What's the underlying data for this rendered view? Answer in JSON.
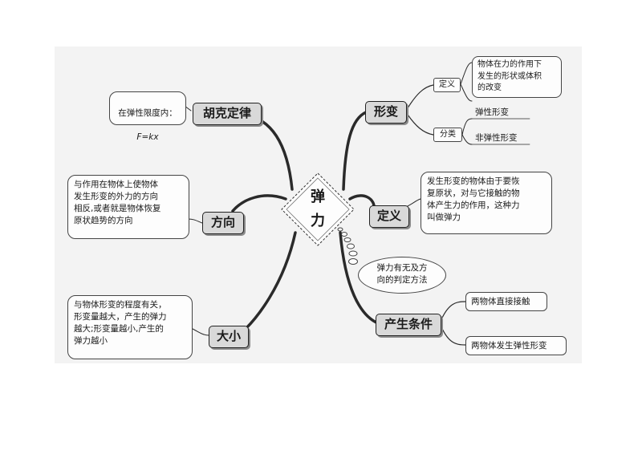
{
  "center": {
    "title": "弹力"
  },
  "branches": {
    "hooke": {
      "label": "胡克定律",
      "note_line1": "在弹性限度内：",
      "note_formula": "F=kx"
    },
    "direction": {
      "label": "方向",
      "note": "与作用在物体上使物体\n发生形变的外力的方向\n相反,或者就是物体恢复\n原状趋势的方向"
    },
    "magnitude": {
      "label": "大小",
      "note": "与物体形变的程度有关，\n形变量越大，产生的弹力\n越大;形变量越小,产生的\n弹力越小"
    },
    "deformation": {
      "label": "形变",
      "definition_tag": "定义",
      "definition_text": "物体在力的作用下\n发生的形状或体积\n的改变",
      "classification_tag": "分类",
      "elastic": "弹性形变",
      "inelastic": "非弹性形变"
    },
    "definition": {
      "label": "定义",
      "note": "发生形变的物体由于要恢\n复原状，对与它接触的物\n体产生力的作用，这种力\n叫做弹力"
    },
    "conditions": {
      "label": "产生条件",
      "cond1": "两物体直接接触",
      "cond2": "两物体发生弹性形变"
    }
  },
  "thought": {
    "text": "弹力有无及方\n向的判定方法"
  }
}
